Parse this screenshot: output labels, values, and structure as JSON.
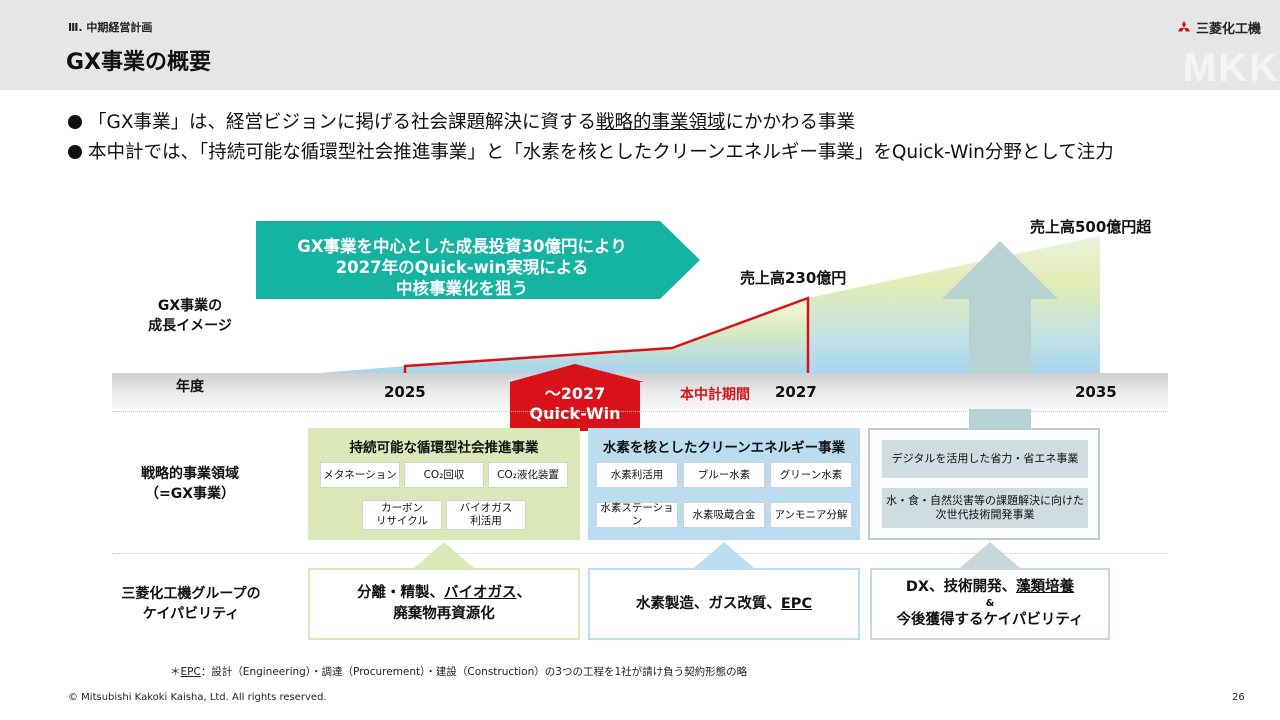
{
  "header": {
    "section": "Ⅲ. 中期経営計画",
    "title": "GX事業の概要",
    "logo_text": "三菱化工機",
    "watermark": "MKK"
  },
  "bullets": [
    {
      "pre": "「GX事業」は、経営ビジョンに掲げる社会課題解決に資する",
      "underline": "戦略的事業領域",
      "post": "にかかわる事業"
    },
    {
      "pre": "本中計では、「持続可能な循環型社会推進事業」と「水素を核としたクリーンエネルギー事業」をQuick-Win分野として注力",
      "underline": "",
      "post": ""
    }
  ],
  "row_labels": {
    "growth": [
      "GX事業の",
      "成長イメージ"
    ],
    "year": "年度",
    "strategic": [
      "戦略的事業領域",
      "（=GX事業）"
    ],
    "capability": [
      "三菱化工機グループの",
      "ケイパビリティ"
    ]
  },
  "growth": {
    "teal_arrow": [
      "GX事業を中心とした成長投資30億円により",
      "2027年のQuick-win実現による",
      "中核事業化を狙う"
    ],
    "sales_2027": "売上高230億円",
    "sales_2035": "売上高500億円超"
  },
  "timeline": {
    "years": [
      "2025",
      "2027",
      "2035"
    ],
    "mid_term": "本中計期間",
    "quick_win": [
      "～2027",
      "Quick-Win"
    ]
  },
  "panels": {
    "circular": {
      "title": "持続可能な循環型社会推進事業",
      "chips": [
        "メタネーション",
        "CO₂回収",
        "CO₂液化装置",
        [
          "カーボン",
          "リサイクル"
        ],
        [
          "バイオガス",
          "利活用"
        ]
      ]
    },
    "hydrogen": {
      "title": "水素を核としたクリーンエネルギー事業",
      "chips": [
        "水素利活用",
        "ブルー水素",
        "グリーン水素",
        "水素ステーション",
        "水素吸蔵合金",
        "アンモニア分解"
      ]
    },
    "future": {
      "chips": [
        "デジタルを活用した省力・省エネ事業",
        [
          "水・食・自然災害等の課題解決に向けた",
          "次世代技術開発事業"
        ]
      ]
    }
  },
  "capabilities": {
    "circular": {
      "line1_pre": "分離・精製、",
      "line1_ul": "バイオガス",
      "line1_post": "、",
      "line2": "廃棄物再資源化"
    },
    "hydrogen": {
      "pre": "水素製造、ガス改質、",
      "ul": "EPC"
    },
    "future": {
      "line1_pre": "DX、技術開発、",
      "line1_ul": "藻類培養",
      "amp": "&",
      "line2": "今後獲得するケイパビリティ"
    }
  },
  "footnote": {
    "mark": "＊",
    "term": "EPC",
    "text": "：設計（Engineering）・調達（Procurement）・建設（Construction）の3つの工程を1社が請け負う契約形態の略"
  },
  "footer": {
    "copyright": "© Mitsubishi Kakoki Kaisha, Ltd. All rights reserved.",
    "page": "26"
  },
  "colors": {
    "teal": "#14b3a2",
    "red": "#d9121a",
    "green_panel": "#dde8b8",
    "blue_panel": "#bcdcef",
    "gray_arrow": "#b9d2d4"
  }
}
